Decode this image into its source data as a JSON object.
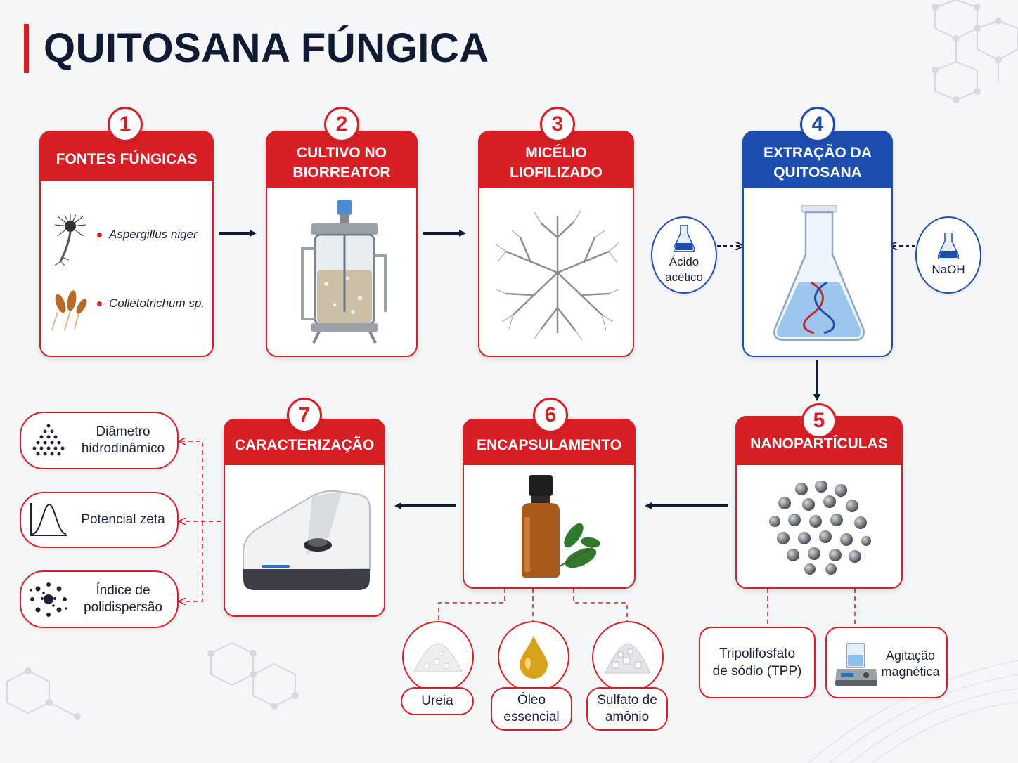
{
  "title": "QUITOSANA FÚNGICA",
  "steps": [
    {
      "number": "1",
      "label": "FONTES FÚNGICAS"
    },
    {
      "number": "2",
      "label": "CULTIVO NO BIORREATOR"
    },
    {
      "number": "3",
      "label": "MICÉLIO LIOFILIZADO"
    },
    {
      "number": "4",
      "label": "EXTRAÇÃO DA QUITOSANA"
    },
    {
      "number": "5",
      "label": "NANOPARTÍCULAS"
    },
    {
      "number": "6",
      "label": "ENCAPSULAMENTO"
    },
    {
      "number": "7",
      "label": "CARACTERIZAÇÃO"
    }
  ],
  "species": [
    "Aspergillus niger",
    "Colletotrichum sp."
  ],
  "reagents": {
    "left": "Ácido acético",
    "right": "NaOH"
  },
  "nanoparticle_inputs": [
    "Tripolifosfato de sódio (TPP)",
    "Agitação magnética"
  ],
  "encapsulation_inputs": [
    "Ureia",
    "Óleo essencial",
    "Sulfato de amônio"
  ],
  "characterization": [
    "Diâmetro hidrodinâmico",
    "Potencial zeta",
    "Índice de polidispersão"
  ],
  "colors": {
    "accent_red": "#d91f26",
    "accent_blue": "#1e4db0",
    "navy_text": "#101a33"
  }
}
